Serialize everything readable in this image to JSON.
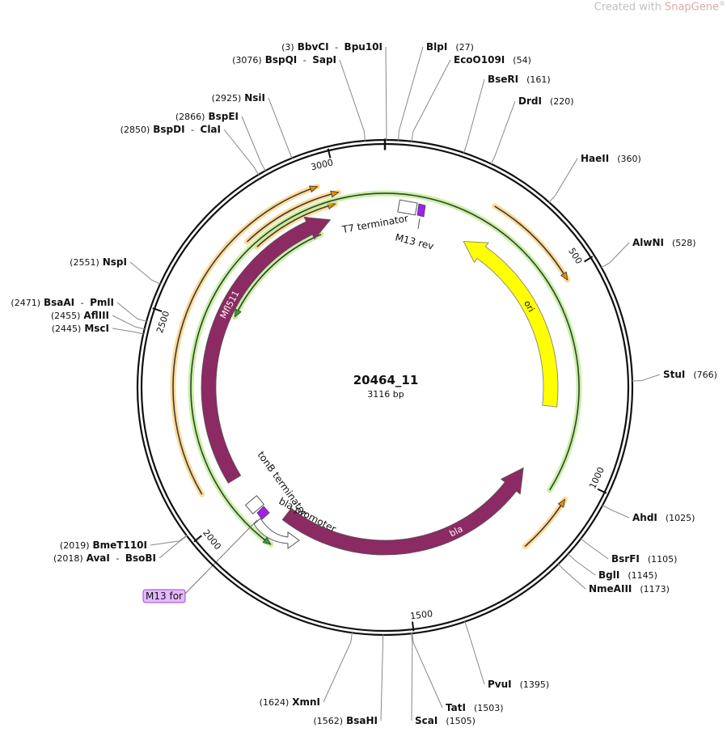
{
  "credit": {
    "prefix": "Created with ",
    "brand": "SnapGene",
    "mark": "®"
  },
  "plasmid": {
    "name": "20464_11",
    "length_text": "3116 bp",
    "length": 3116
  },
  "ticks": [
    {
      "pos": 500,
      "label": "500"
    },
    {
      "pos": 1000,
      "label": "1000"
    },
    {
      "pos": 1500,
      "label": "1500"
    },
    {
      "pos": 2000,
      "label": "2000"
    },
    {
      "pos": 2500,
      "label": "2500"
    },
    {
      "pos": 3000,
      "label": "3000"
    }
  ],
  "sites": [
    {
      "pos": 3,
      "parts": [
        {
          "t": "(3)",
          "c": "pos"
        },
        {
          "t": "BbvCI",
          "c": "enz"
        },
        {
          "t": " - ",
          "c": "pos"
        },
        {
          "t": "Bpu10I",
          "c": "enz"
        }
      ]
    },
    {
      "pos": 3076,
      "parts": [
        {
          "t": "(3076)",
          "c": "pos"
        },
        {
          "t": "BspQI",
          "c": "enz"
        },
        {
          "t": " - ",
          "c": "pos"
        },
        {
          "t": "SapI",
          "c": "enz"
        }
      ]
    },
    {
      "pos": 27,
      "parts": [
        {
          "t": "BlpI",
          "c": "enz"
        },
        {
          "t": "(27)",
          "c": "pos"
        }
      ]
    },
    {
      "pos": 54,
      "parts": [
        {
          "t": "EcoO109I",
          "c": "enz"
        },
        {
          "t": "(54)",
          "c": "pos"
        }
      ]
    },
    {
      "pos": 161,
      "parts": [
        {
          "t": "BseRI",
          "c": "enz"
        },
        {
          "t": "(161)",
          "c": "pos"
        }
      ]
    },
    {
      "pos": 220,
      "parts": [
        {
          "t": "DrdI",
          "c": "enz"
        },
        {
          "t": "(220)",
          "c": "pos"
        }
      ]
    },
    {
      "pos": 360,
      "parts": [
        {
          "t": "HaeII",
          "c": "enz"
        },
        {
          "t": "(360)",
          "c": "pos"
        }
      ]
    },
    {
      "pos": 528,
      "parts": [
        {
          "t": "AlwNI",
          "c": "enz"
        },
        {
          "t": "(528)",
          "c": "pos"
        }
      ]
    },
    {
      "pos": 766,
      "parts": [
        {
          "t": "StuI",
          "c": "enz"
        },
        {
          "t": "(766)",
          "c": "pos"
        }
      ]
    },
    {
      "pos": 1025,
      "parts": [
        {
          "t": "AhdI",
          "c": "enz"
        },
        {
          "t": "(1025)",
          "c": "pos"
        }
      ]
    },
    {
      "pos": 1105,
      "parts": [
        {
          "t": "BsrFI",
          "c": "enz"
        },
        {
          "t": "(1105)",
          "c": "pos"
        }
      ]
    },
    {
      "pos": 1145,
      "parts": [
        {
          "t": "BglI",
          "c": "enz"
        },
        {
          "t": "(1145)",
          "c": "pos"
        }
      ]
    },
    {
      "pos": 1173,
      "parts": [
        {
          "t": "NmeAIII",
          "c": "enz"
        },
        {
          "t": "(1173)",
          "c": "pos"
        }
      ]
    },
    {
      "pos": 1395,
      "parts": [
        {
          "t": "PvuI",
          "c": "enz"
        },
        {
          "t": "(1395)",
          "c": "pos"
        }
      ]
    },
    {
      "pos": 1503,
      "parts": [
        {
          "t": "TatI",
          "c": "enz"
        },
        {
          "t": "(1503)",
          "c": "pos"
        }
      ]
    },
    {
      "pos": 1505,
      "parts": [
        {
          "t": "ScaI",
          "c": "enz"
        },
        {
          "t": "(1505)",
          "c": "pos"
        }
      ]
    },
    {
      "pos": 1562,
      "parts": [
        {
          "t": "(1562)",
          "c": "pos"
        },
        {
          "t": "BsaHI",
          "c": "enz"
        }
      ]
    },
    {
      "pos": 1624,
      "parts": [
        {
          "t": "(1624)",
          "c": "pos"
        },
        {
          "t": "XmnI",
          "c": "enz"
        }
      ]
    },
    {
      "pos": 2018,
      "parts": [
        {
          "t": "(2018)",
          "c": "pos"
        },
        {
          "t": "AvaI",
          "c": "enz"
        },
        {
          "t": " - ",
          "c": "pos"
        },
        {
          "t": "BsoBI",
          "c": "enz"
        }
      ]
    },
    {
      "pos": 2019,
      "parts": [
        {
          "t": "(2019)",
          "c": "pos"
        },
        {
          "t": "BmeT110I",
          "c": "enz"
        }
      ]
    },
    {
      "pos": 2445,
      "parts": [
        {
          "t": "(2445)",
          "c": "pos"
        },
        {
          "t": "MscI",
          "c": "enz"
        }
      ]
    },
    {
      "pos": 2455,
      "parts": [
        {
          "t": "(2455)",
          "c": "pos"
        },
        {
          "t": "AflIII",
          "c": "enz"
        }
      ]
    },
    {
      "pos": 2471,
      "parts": [
        {
          "t": "(2471)",
          "c": "pos"
        },
        {
          "t": "BsaAI",
          "c": "enz"
        },
        {
          "t": " - ",
          "c": "pos"
        },
        {
          "t": "PmlI",
          "c": "enz"
        }
      ]
    },
    {
      "pos": 2551,
      "parts": [
        {
          "t": "(2551)",
          "c": "pos"
        },
        {
          "t": "NspI",
          "c": "enz"
        }
      ]
    },
    {
      "pos": 2850,
      "parts": [
        {
          "t": "(2850)",
          "c": "pos"
        },
        {
          "t": "BspDI",
          "c": "enz"
        },
        {
          "t": " - ",
          "c": "pos"
        },
        {
          "t": "ClaI",
          "c": "enz"
        }
      ]
    },
    {
      "pos": 2866,
      "parts": [
        {
          "t": "(2866)",
          "c": "pos"
        },
        {
          "t": "BspEI",
          "c": "enz"
        }
      ]
    },
    {
      "pos": 2925,
      "parts": [
        {
          "t": "(2925)",
          "c": "pos"
        },
        {
          "t": "NsiI",
          "c": "enz"
        }
      ]
    }
  ],
  "features": {
    "ori": {
      "label": "ori",
      "color": "#ffff00",
      "start": 245,
      "end": 835,
      "strand": -1
    },
    "bla": {
      "label": "bla",
      "color": "#8c2a63",
      "start": 1040,
      "end": 1885,
      "strand": -1
    },
    "mfl511": {
      "label": "Mfl511",
      "color": "#8c2a63",
      "start": 2065,
      "end": 2960,
      "strand": 1
    },
    "t7_terminator": {
      "label": "T7 terminator",
      "pos": 3062
    },
    "m13_rev": {
      "label": "M13 rev",
      "pos": 3090,
      "color": "#a020f0"
    },
    "tonb_terminator": {
      "label": "tonB terminator",
      "pos": 2040
    },
    "bla_promoter": {
      "label": "bla promoter"
    },
    "m13_for": {
      "label": "M13 for",
      "pos": 2035,
      "color": "#a020f0",
      "box_color": "#e4b8ff"
    }
  },
  "orfs": [
    {
      "kind": "orange",
      "start": 270,
      "end": 515,
      "strand": 1
    },
    {
      "kind": "orange",
      "start": 2075,
      "end": 2955,
      "strand": 1
    },
    {
      "kind": "orange",
      "start": 1200,
      "end": 1055,
      "strand": -1
    },
    {
      "kind": "orange",
      "start": 2740,
      "end": 3000,
      "strand": 1
    },
    {
      "kind": "orange",
      "start": 2750,
      "end": 2985,
      "strand": 1
    },
    {
      "kind": "green",
      "start": 1055,
      "end": 1870,
      "strand": -1
    },
    {
      "kind": "green",
      "start": 2930,
      "end": 2670,
      "strand": -1
    },
    {
      "kind": "green",
      "start": 2920,
      "end": 2555,
      "strand": -1
    }
  ]
}
